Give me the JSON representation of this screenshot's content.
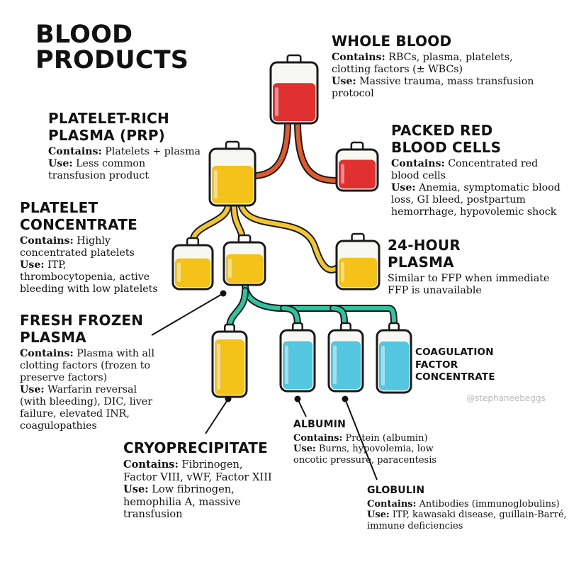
{
  "title": [
    "BLOOD",
    "PRODUCTS"
  ],
  "watermark": "@stephaneebeggs",
  "colors": {
    "blood_red": "#e03030",
    "plasma_yellow": "#f5c21a",
    "fluid_blue": "#54c6e0",
    "tube_red": "#e05a2a",
    "tube_yellow": "#f2c531",
    "tube_teal": "#2ec4a0",
    "bag_outline": "#1a1a1a"
  },
  "products": {
    "whole_blood": {
      "heading": [
        "WHOLE BLOOD"
      ],
      "lines": [
        [
          {
            "b": "Contains:"
          },
          {
            "t": " RBCs, plasma, platelets,"
          }
        ],
        [
          {
            "t": "clotting factors (± WBCs)"
          }
        ],
        [
          {
            "b": "Use:"
          },
          {
            "t": " Massive trauma, mass transfusion"
          }
        ],
        [
          {
            "t": "protocol"
          }
        ]
      ]
    },
    "prp": {
      "heading": [
        "PLATELET-RICH",
        "PLASMA (PRP)"
      ],
      "lines": [
        [
          {
            "b": "Contains:"
          },
          {
            "t": " Platelets + plasma"
          }
        ],
        [
          {
            "b": "Use:"
          },
          {
            "t": " Less common"
          }
        ],
        [
          {
            "t": "transfusion product"
          }
        ]
      ]
    },
    "prbc": {
      "heading": [
        "PACKED RED",
        "BLOOD CELLS"
      ],
      "lines": [
        [
          {
            "b": "Contains:"
          },
          {
            "t": " Concentrated red"
          }
        ],
        [
          {
            "t": "blood cells"
          }
        ],
        [
          {
            "b": "Use:"
          },
          {
            "t": " Anemia, symptomatic blood"
          }
        ],
        [
          {
            "t": "loss, GI bleed, postpartum"
          }
        ],
        [
          {
            "t": "hemorrhage, hypovolemic shock"
          }
        ]
      ]
    },
    "platelet_concentrate": {
      "heading": [
        "PLATELET",
        "CONCENTRATE"
      ],
      "lines": [
        [
          {
            "b": "Contains:"
          },
          {
            "t": " Highly"
          }
        ],
        [
          {
            "t": "concentrated platelets"
          }
        ],
        [
          {
            "b": "Use:"
          },
          {
            "t": " ITP,"
          }
        ],
        [
          {
            "t": "thrombocytopenia, active"
          }
        ],
        [
          {
            "t": "bleeding with low platelets"
          }
        ]
      ]
    },
    "plasma_24h": {
      "heading": [
        "24-HOUR",
        "PLASMA"
      ],
      "lines": [
        [
          {
            "t": "Similar to FFP when immediate"
          }
        ],
        [
          {
            "t": "FFP is unavailable"
          }
        ]
      ]
    },
    "ffp": {
      "heading": [
        "FRESH FROZEN",
        "PLASMA"
      ],
      "lines": [
        [
          {
            "b": "Contains:"
          },
          {
            "t": " Plasma with all"
          }
        ],
        [
          {
            "t": "clotting factors (frozen to"
          }
        ],
        [
          {
            "t": "preserve factors)"
          }
        ],
        [
          {
            "b": "Use:"
          },
          {
            "t": " Warfarin reversal"
          }
        ],
        [
          {
            "t": "(with bleeding), DIC, liver"
          }
        ],
        [
          {
            "t": "failure, elevated INR,"
          }
        ],
        [
          {
            "t": "coagulopathies"
          }
        ]
      ]
    },
    "cfc": {
      "heading": [
        "COAGULATION",
        "FACTOR",
        "CONCENTRATE"
      ],
      "lines": []
    },
    "albumin": {
      "heading": [
        "ALBUMIN"
      ],
      "lines": [
        [
          {
            "b": "Contains:"
          },
          {
            "t": " Protein (albumin)"
          }
        ],
        [
          {
            "b": "Use:"
          },
          {
            "t": " Burns, hypovolemia, low"
          }
        ],
        [
          {
            "t": "oncotic pressure, paracentesis"
          }
        ]
      ]
    },
    "cryo": {
      "heading": [
        "CRYOPRECIPITATE"
      ],
      "lines": [
        [
          {
            "b": "Contains:"
          },
          {
            "t": " Fibrinogen,"
          }
        ],
        [
          {
            "t": "Factor VIII, vWF, Factor XIII"
          }
        ],
        [
          {
            "b": "Use:"
          },
          {
            "t": " Low fibrinogen,"
          }
        ],
        [
          {
            "t": "hemophilia A, massive"
          }
        ],
        [
          {
            "t": "transfusion"
          }
        ]
      ]
    },
    "globulin": {
      "heading": [
        "GLOBULIN"
      ],
      "lines": [
        [
          {
            "b": "Contains:"
          },
          {
            "t": " Antibodies (immunoglobulins)"
          }
        ],
        [
          {
            "b": "Use:"
          },
          {
            "t": " ITP, kawasaki disease, guillain-Barré,"
          }
        ],
        [
          {
            "t": "immune deficiencies"
          }
        ]
      ]
    }
  }
}
